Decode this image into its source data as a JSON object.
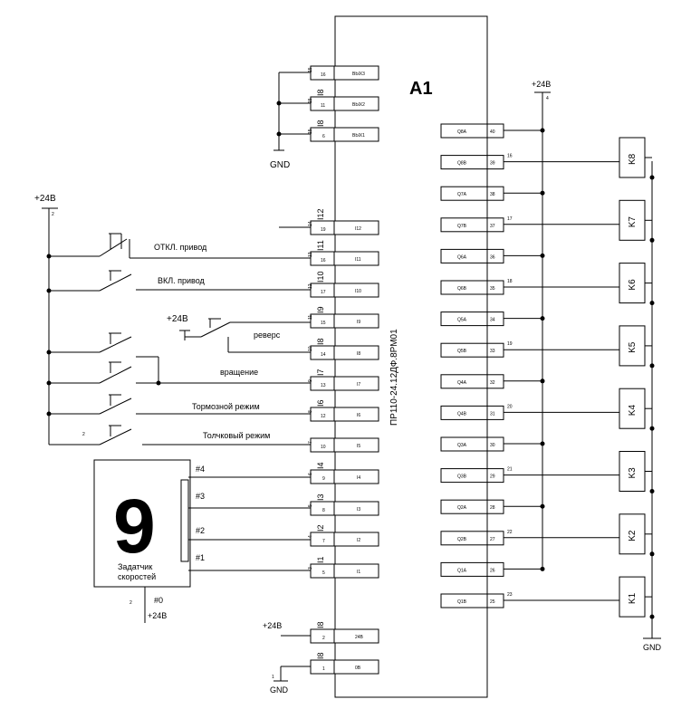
{
  "module": {
    "id": "A1",
    "model": "ПР110-24.12ДФ.8РМ01"
  },
  "labels": {
    "p24": "+24В",
    "gnd": "GND",
    "left_rail_num": "2",
    "right_rail_num": "4",
    "jog_num": "2",
    "speed_num": "2",
    "gnd_bottom_num": "1"
  },
  "top_inputs": [
    {
      "pin": "16",
      "name": "ВЫХ3",
      "pinv": "15",
      "lbl": ""
    },
    {
      "pin": "11",
      "name": "ВЫХ2",
      "pinv": "15",
      "lbl": "I8"
    },
    {
      "pin": "6",
      "name": "ВЫХ1",
      "pinv": "15",
      "lbl": "I8"
    }
  ],
  "left_inputs": [
    {
      "pin": "19",
      "name": "I12",
      "wire": "14",
      "lbl": "I12"
    },
    {
      "pin": "16",
      "name": "I11",
      "wire": "13",
      "lbl": "I11"
    },
    {
      "pin": "17",
      "name": "I10",
      "wire": "12",
      "lbl": "I10"
    },
    {
      "pin": "15",
      "name": "I9",
      "wire": "11",
      "lbl": "I9"
    },
    {
      "pin": "14",
      "name": "I8",
      "wire": "10",
      "lbl": "I8"
    },
    {
      "pin": "13",
      "name": "I7",
      "wire": "9",
      "lbl": "I7"
    },
    {
      "pin": "12",
      "name": "I6",
      "wire": "8",
      "lbl": "I6"
    },
    {
      "pin": "10",
      "name": "I5",
      "wire": "7",
      "lbl": ""
    },
    {
      "pin": "9",
      "name": "I4",
      "wire": "6",
      "lbl": "I4"
    },
    {
      "pin": "8",
      "name": "I3",
      "wire": "5",
      "lbl": "I3"
    },
    {
      "pin": "7",
      "name": "I2",
      "wire": "4",
      "lbl": "I2"
    },
    {
      "pin": "5",
      "name": "I1",
      "wire": "3",
      "lbl": "I1"
    }
  ],
  "power_pins": [
    {
      "pin": "2",
      "name": "24В",
      "lbl": "I8"
    },
    {
      "pin": "1",
      "name": "0В",
      "lbl": "I8"
    }
  ],
  "signals": {
    "off_drive": "ОТКЛ. привод",
    "on_drive": "ВКЛ. привод",
    "reverse": "реверс",
    "rotation": "вращение",
    "brake": "Тормозной  режим",
    "jog": "Толчковый режим"
  },
  "speed_setter": {
    "digit": "9",
    "caption_1": "Задатчик",
    "caption_2": "скоростей",
    "taps": [
      "#4",
      "#3",
      "#2",
      "#1"
    ],
    "common": "#0"
  },
  "outputs": [
    {
      "pin": "40",
      "name": "Q8A",
      "wire": ""
    },
    {
      "pin": "39",
      "name": "Q8B",
      "wire": "16"
    },
    {
      "pin": "38",
      "name": "Q7A",
      "wire": ""
    },
    {
      "pin": "37",
      "name": "Q7B",
      "wire": "17"
    },
    {
      "pin": "36",
      "name": "Q6A",
      "wire": ""
    },
    {
      "pin": "35",
      "name": "Q6B",
      "wire": "18"
    },
    {
      "pin": "34",
      "name": "Q5A",
      "wire": ""
    },
    {
      "pin": "33",
      "name": "Q5B",
      "wire": "19"
    },
    {
      "pin": "32",
      "name": "Q4A",
      "wire": ""
    },
    {
      "pin": "31",
      "name": "Q4B",
      "wire": "20"
    },
    {
      "pin": "30",
      "name": "Q3A",
      "wire": ""
    },
    {
      "pin": "29",
      "name": "Q3B",
      "wire": "21"
    },
    {
      "pin": "28",
      "name": "Q2A",
      "wire": ""
    },
    {
      "pin": "27",
      "name": "Q2B",
      "wire": "22"
    },
    {
      "pin": "26",
      "name": "Q1A",
      "wire": ""
    },
    {
      "pin": "25",
      "name": "Q1B",
      "wire": "23"
    }
  ],
  "relays": [
    "K8",
    "K7",
    "K6",
    "K5",
    "K4",
    "K3",
    "K2",
    "K1"
  ]
}
